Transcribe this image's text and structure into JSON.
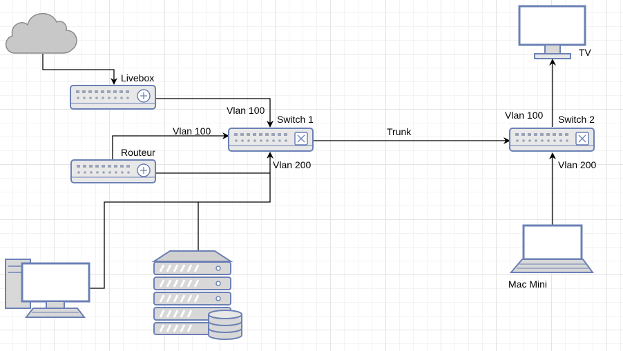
{
  "colors": {
    "device_fill": "#e8e8e8",
    "device_stroke": "#6b80b5",
    "cloud_fill": "#c8c8c8",
    "cloud_stroke": "#8a8a8a",
    "line": "#000000"
  },
  "nodes": {
    "cloud": {
      "icon": "cloud-icon"
    },
    "livebox": {
      "label": "Livebox",
      "icon": "router-icon"
    },
    "routeur": {
      "label": "Routeur",
      "icon": "router-icon"
    },
    "switch1": {
      "label": "Switch 1",
      "icon": "switch-icon"
    },
    "switch2": {
      "label": "Switch 2",
      "icon": "switch-icon"
    },
    "tv": {
      "label": "TV",
      "icon": "monitor-icon"
    },
    "pc": {
      "icon": "desktop-pc-icon"
    },
    "server": {
      "icon": "server-storage-icon"
    },
    "macmini": {
      "label": "Mac Mini",
      "icon": "laptop-icon"
    }
  },
  "links": {
    "routeur_switch1": "Vlan 100",
    "livebox_switch1": "Vlan 100",
    "switch1_lan": "Vlan 200",
    "trunk": "Trunk",
    "tv_switch2": "Vlan 100",
    "mac_switch2": "Vlan 200"
  }
}
